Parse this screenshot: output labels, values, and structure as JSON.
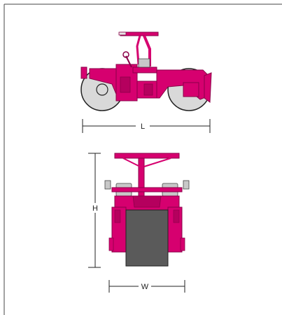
{
  "dimensions": {
    "length_label": "L",
    "height_label": "H",
    "width_label": "W"
  },
  "colors": {
    "machine": "#d6006f",
    "machine_dark": "#8a0048",
    "drum": "#d9d9d9",
    "drum_outline": "#222222",
    "seat": "#c8c8c8",
    "dark_drum_front": "#5a5a5a",
    "dimension_line": "#222222",
    "border": "#444444"
  },
  "icons": {
    "side_view": "roller-side-view-icon",
    "front_view": "roller-front-view-icon"
  }
}
